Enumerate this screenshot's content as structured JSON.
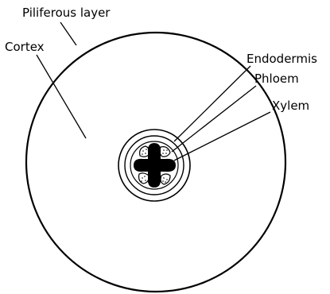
{
  "labels": {
    "piliferous_layer": "Piliferous layer",
    "cortex": "Cortex",
    "endodermis": "Endodermis",
    "phloem": "Phloem",
    "xylem": "Xylem"
  }
}
